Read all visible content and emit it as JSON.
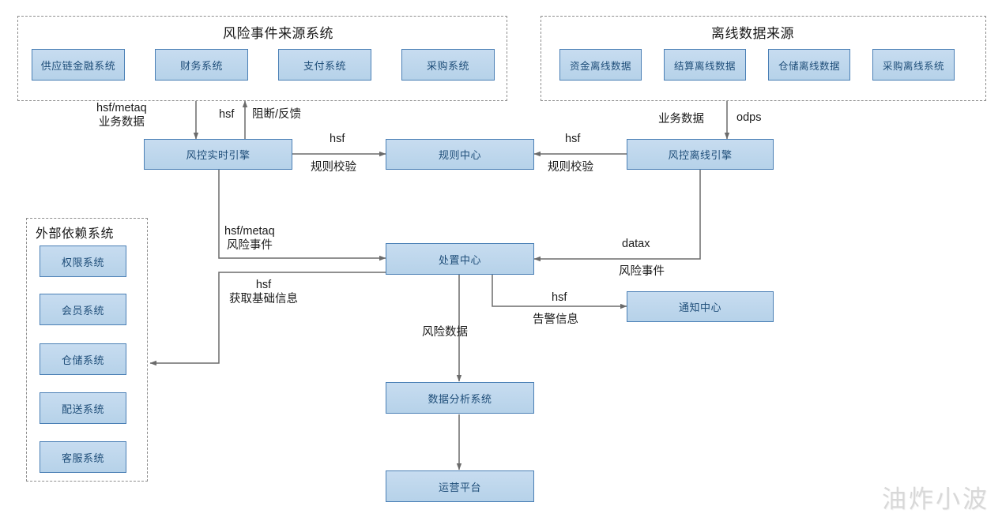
{
  "diagram": {
    "title_watermark": "油炸小波",
    "colors": {
      "node_fill": "#bdd7ee",
      "node_border": "#4a7fb5",
      "node_text": "#1f4e79",
      "group_border": "#8d8d8d",
      "edge": "#6b6b6b",
      "label_text": "#1a1a1a"
    }
  },
  "groups": [
    {
      "id": "risk-event-source",
      "title": "风险事件来源系统",
      "nodes": [
        {
          "id": "supply-chain-finance",
          "label": "供应链金融系统"
        },
        {
          "id": "finance-system",
          "label": "财务系统"
        },
        {
          "id": "payment-system",
          "label": "支付系统"
        },
        {
          "id": "procurement-system",
          "label": "采购系统"
        }
      ]
    },
    {
      "id": "offline-data-source",
      "title": "离线数据来源",
      "nodes": [
        {
          "id": "funds-offline-data",
          "label": "资金离线数据"
        },
        {
          "id": "settlement-offline-data",
          "label": "结算离线数据"
        },
        {
          "id": "warehouse-offline-data",
          "label": "仓储离线数据"
        },
        {
          "id": "procurement-offline-system",
          "label": "采购离线系统"
        }
      ]
    },
    {
      "id": "external-dependency",
      "title": "外部依赖系统",
      "nodes": [
        {
          "id": "permission-system",
          "label": "权限系统"
        },
        {
          "id": "member-system",
          "label": "会员系统"
        },
        {
          "id": "warehouse-system",
          "label": "仓储系统"
        },
        {
          "id": "delivery-system",
          "label": "配送系统"
        },
        {
          "id": "customer-service-system",
          "label": "客服系统"
        }
      ]
    }
  ],
  "nodes": {
    "realtime_engine": "风控实时引擎",
    "rule_center": "规则中心",
    "offline_engine": "风控离线引擎",
    "disposal_center": "处置中心",
    "notification_center": "通知中心",
    "data_analysis_system": "数据分析系统",
    "operation_platform": "运营平台"
  },
  "edge_labels": {
    "source_to_realtime_1": "hsf/metaq",
    "source_to_realtime_2": "业务数据",
    "realtime_to_source_1": "hsf",
    "realtime_to_source_2": "阻断/反馈",
    "realtime_to_rule_1": "hsf",
    "realtime_to_rule_2": "规则校验",
    "offline_to_rule_1": "hsf",
    "offline_to_rule_2": "规则校验",
    "offline_src_to_engine_1": "业务数据",
    "offline_src_to_engine_2": "odps",
    "realtime_to_disposal_1": "hsf/metaq",
    "realtime_to_disposal_2": "风险事件",
    "disposal_to_external_1": "hsf",
    "disposal_to_external_2": "获取基础信息",
    "offline_to_disposal_1": "datax",
    "offline_to_disposal_2": "风险事件",
    "disposal_to_notify_1": "hsf",
    "disposal_to_notify_2": "告警信息",
    "disposal_to_analysis": "风险数据"
  }
}
